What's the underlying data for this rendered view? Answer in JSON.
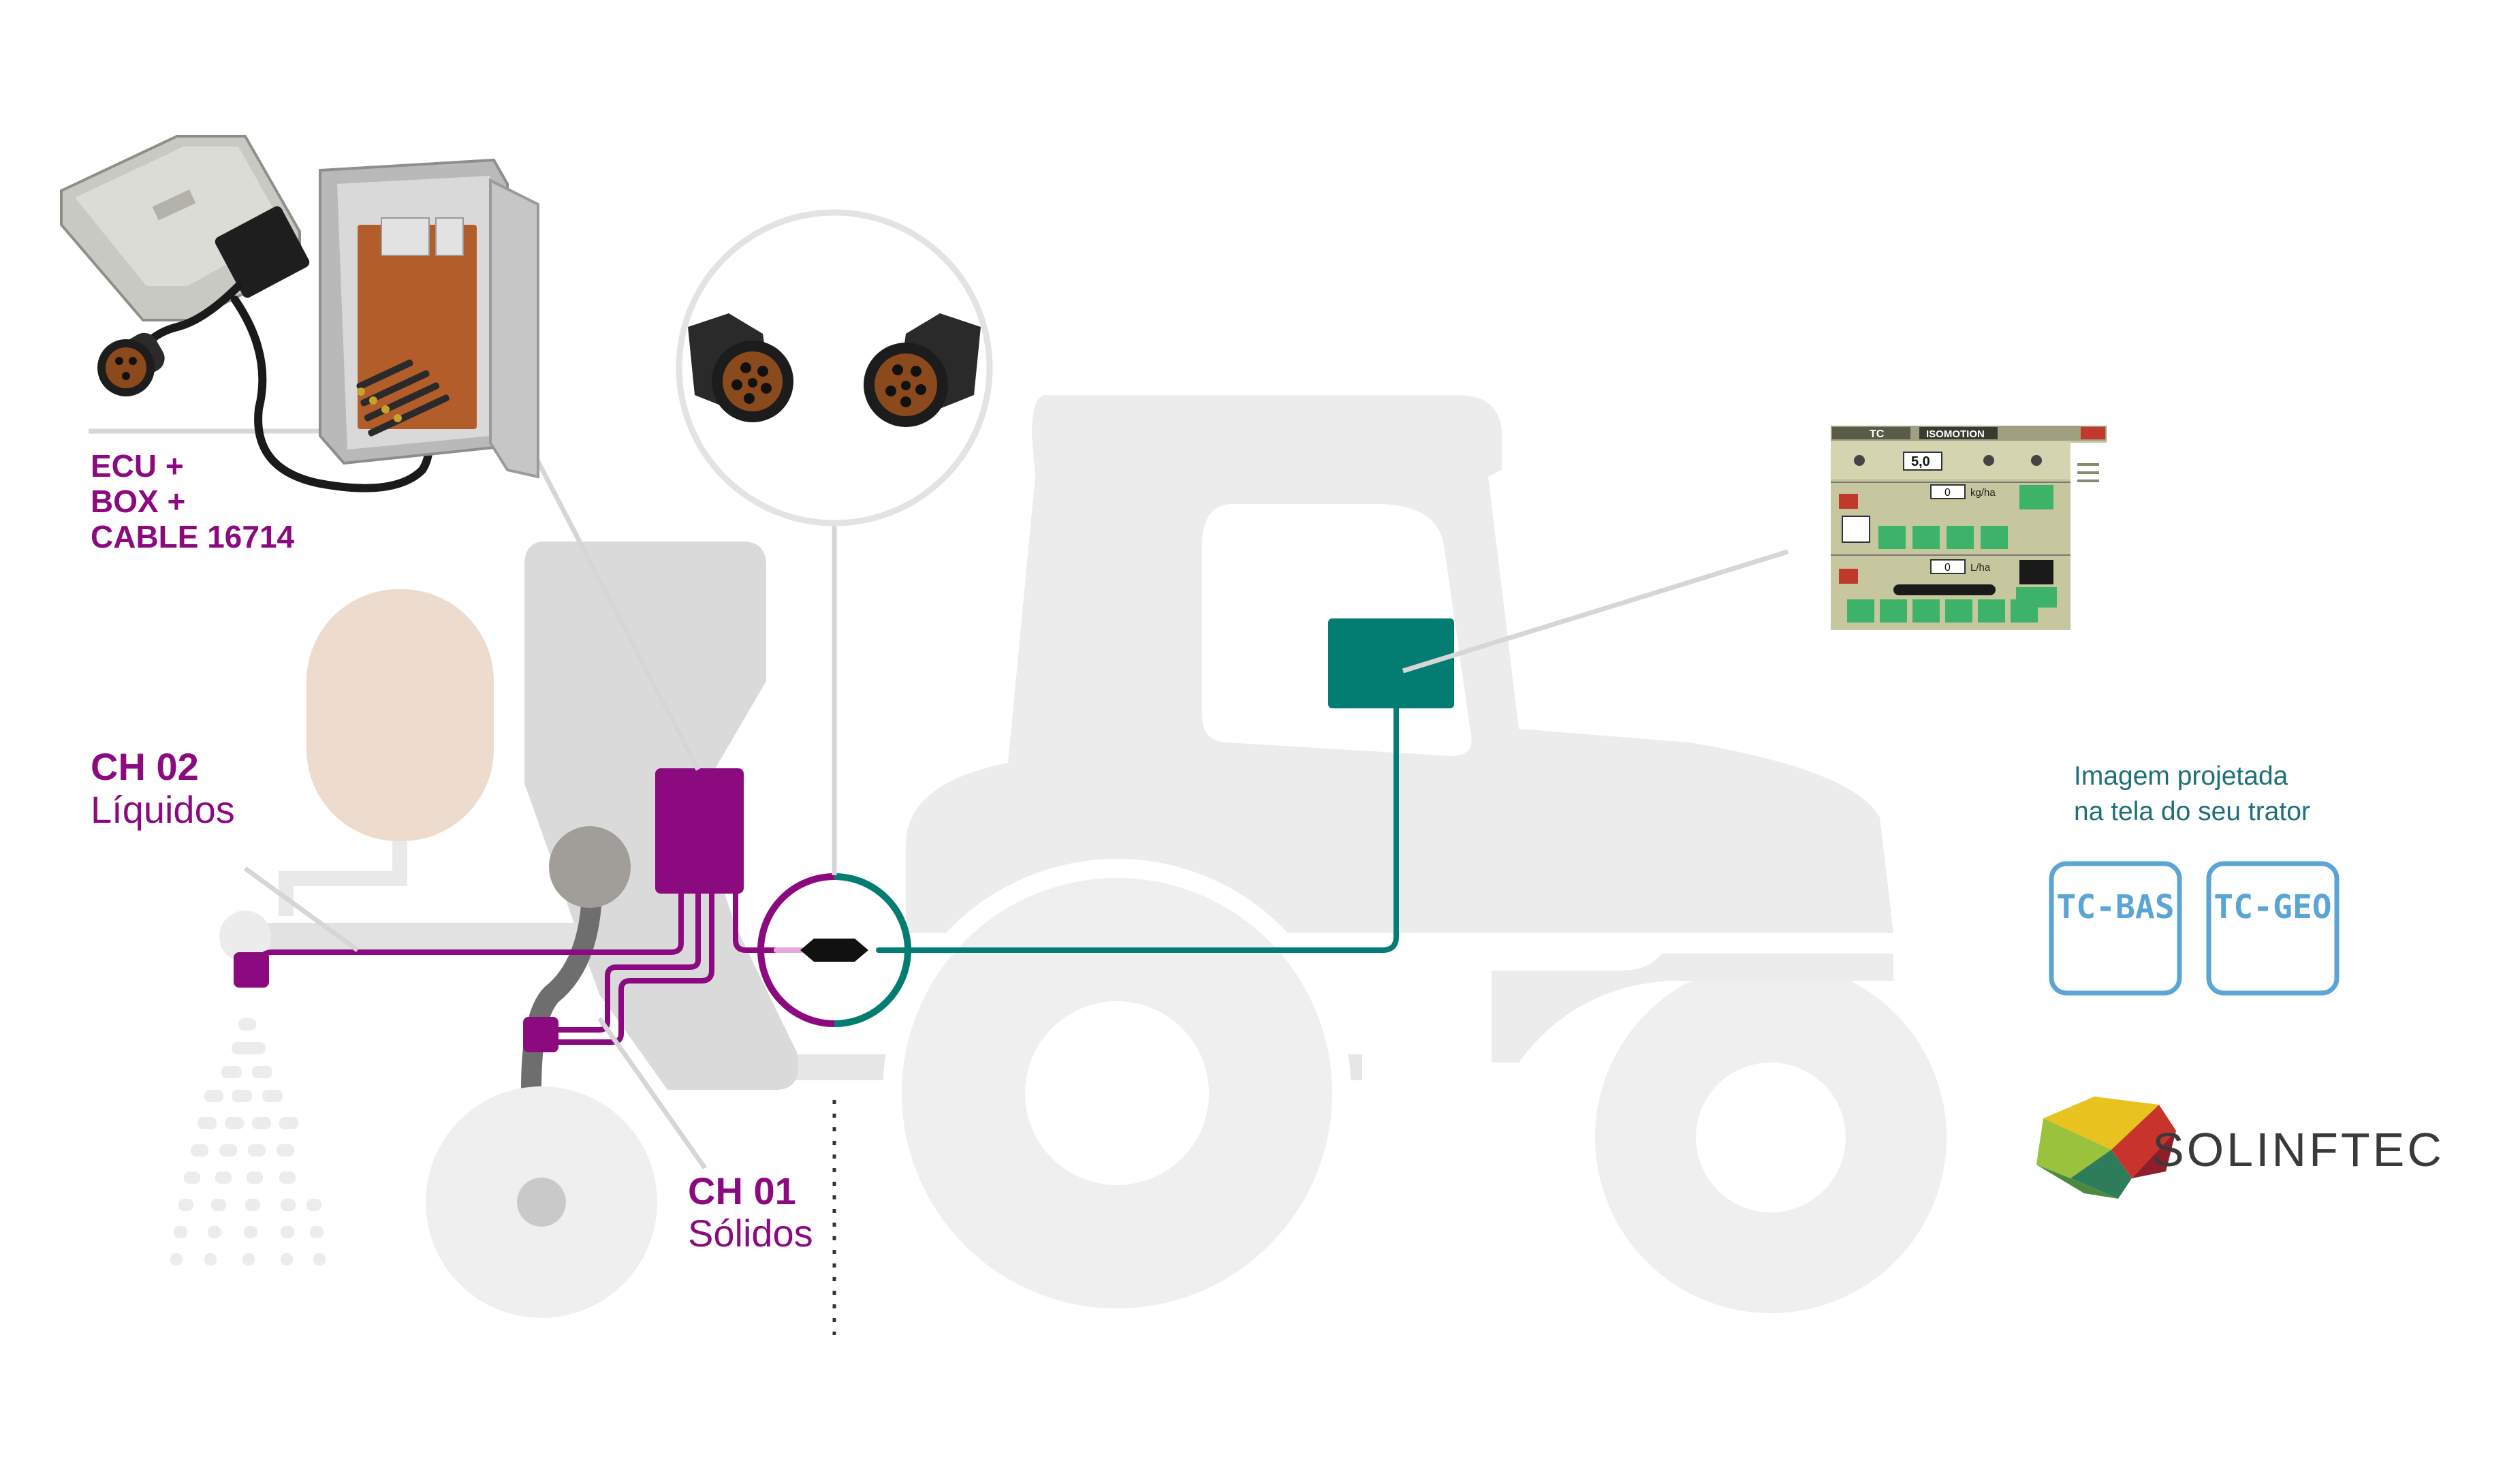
{
  "labels": {
    "ecu_line1": "ECU +",
    "ecu_line2": "BOX +",
    "ecu_line3": "CABLE 16714",
    "ch02_code": "CH 02",
    "ch02_name": "Líquidos",
    "ch01_code": "CH 01",
    "ch01_name": "Sólidos",
    "caption_line1": "Imagem projetada",
    "caption_line2": "na tela do seu trator"
  },
  "badges": {
    "tc_bas": "TC-BAS",
    "tc_geo": "TC-GEO"
  },
  "brand": {
    "name": "SOLINFTEC"
  },
  "screen": {
    "tab_tc": "TC",
    "tab_isomotion": "ISOMOTION",
    "rate_value": "5,0",
    "unit_top": "kg/ha",
    "unit_bottom": "L/ha",
    "zero_value": "0"
  },
  "colors": {
    "purple": "#8c0a7f",
    "teal": "#037d72",
    "ghost_gray": "#ececec",
    "mid_gray": "#d6d6d6",
    "tank_peach": "#eddccd",
    "badge_blue": "#5aa5d6",
    "caption_teal": "#1f6f78",
    "screen_olive": "#c7c79f"
  },
  "icons": [
    "ecu-module-icon",
    "control-box-icon",
    "connector-plug-icon",
    "terminal-screen-icon",
    "solinftec-logo-icon"
  ]
}
